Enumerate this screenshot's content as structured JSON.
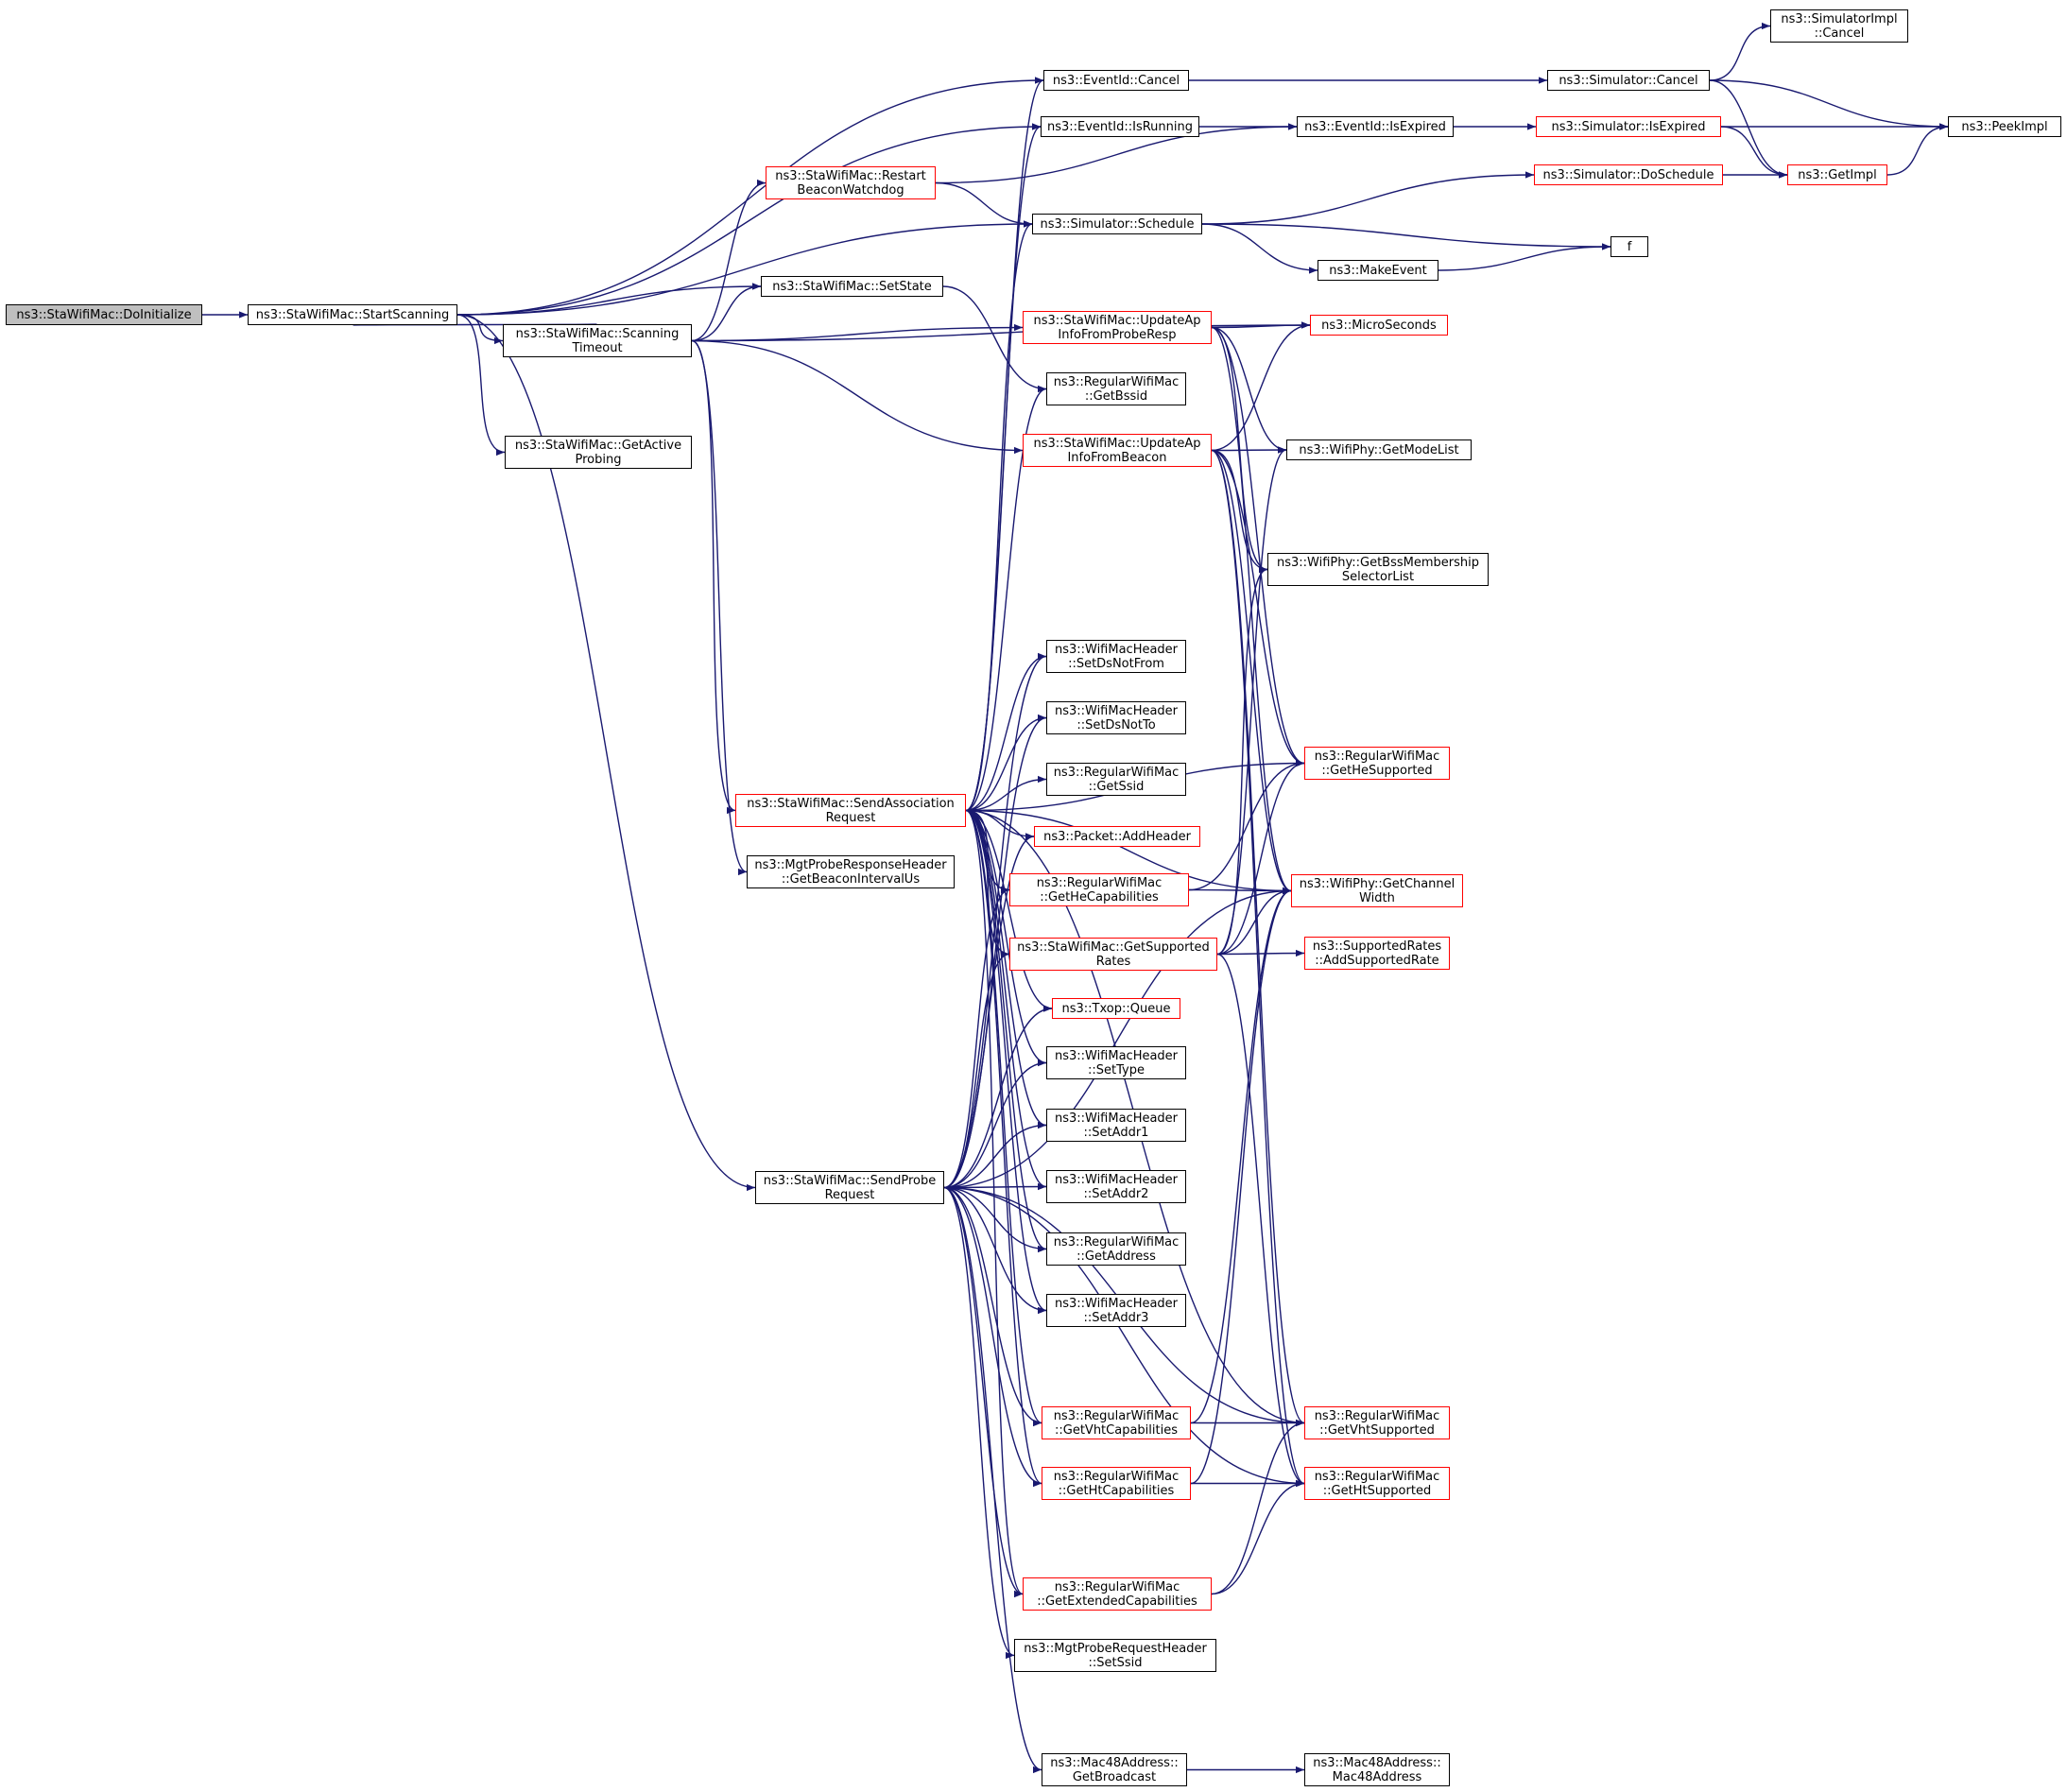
{
  "colors": {
    "edge": "#191970",
    "node_border": "#000000",
    "node_border_external": "#ff0000",
    "root_fill": "#bfbfbf"
  },
  "nodes": [
    {
      "id": "doinit",
      "lines": [
        "ns3::StaWifiMac::DoInitialize"
      ],
      "style": "root"
    },
    {
      "id": "startscan",
      "lines": [
        "ns3::StaWifiMac::StartScanning"
      ],
      "style": "black"
    },
    {
      "id": "scantimeout",
      "lines": [
        "ns3::StaWifiMac::Scanning",
        "Timeout"
      ],
      "style": "black"
    },
    {
      "id": "getactive",
      "lines": [
        "ns3::StaWifiMac::GetActive",
        "Probing"
      ],
      "style": "black"
    },
    {
      "id": "restartbw",
      "lines": [
        "ns3::StaWifiMac::Restart",
        "BeaconWatchdog"
      ],
      "style": "red"
    },
    {
      "id": "setstate",
      "lines": [
        "ns3::StaWifiMac::SetState"
      ],
      "style": "black"
    },
    {
      "id": "eventcancel",
      "lines": [
        "ns3::EventId::Cancel"
      ],
      "style": "black"
    },
    {
      "id": "eventisrunning",
      "lines": [
        "ns3::EventId::IsRunning"
      ],
      "style": "black"
    },
    {
      "id": "schedule",
      "lines": [
        "ns3::Simulator::Schedule"
      ],
      "style": "black"
    },
    {
      "id": "updateprobe",
      "lines": [
        "ns3::StaWifiMac::UpdateAp",
        "InfoFromProbeResp"
      ],
      "style": "red"
    },
    {
      "id": "getbssid",
      "lines": [
        "ns3::RegularWifiMac",
        "::GetBssid"
      ],
      "style": "black"
    },
    {
      "id": "updatebeacon",
      "lines": [
        "ns3::StaWifiMac::UpdateAp",
        "InfoFromBeacon"
      ],
      "style": "red"
    },
    {
      "id": "setdsnotfrom",
      "lines": [
        "ns3::WifiMacHeader",
        "::SetDsNotFrom"
      ],
      "style": "black"
    },
    {
      "id": "setdsnotto",
      "lines": [
        "ns3::WifiMacHeader",
        "::SetDsNotTo"
      ],
      "style": "black"
    },
    {
      "id": "getssid",
      "lines": [
        "ns3::RegularWifiMac",
        "::GetSsid"
      ],
      "style": "black"
    },
    {
      "id": "sendassoc",
      "lines": [
        "ns3::StaWifiMac::SendAssociation",
        "Request"
      ],
      "style": "red"
    },
    {
      "id": "addheader",
      "lines": [
        "ns3::Packet::AddHeader"
      ],
      "style": "red"
    },
    {
      "id": "getbeaconint",
      "lines": [
        "ns3::MgtProbeResponseHeader",
        "::GetBeaconIntervalUs"
      ],
      "style": "black"
    },
    {
      "id": "gethecap",
      "lines": [
        "ns3::RegularWifiMac",
        "::GetHeCapabilities"
      ],
      "style": "red"
    },
    {
      "id": "getsupprates",
      "lines": [
        "ns3::StaWifiMac::GetSupported",
        "Rates"
      ],
      "style": "red"
    },
    {
      "id": "txopqueue",
      "lines": [
        "ns3::Txop::Queue"
      ],
      "style": "red"
    },
    {
      "id": "settype",
      "lines": [
        "ns3::WifiMacHeader",
        "::SetType"
      ],
      "style": "black"
    },
    {
      "id": "setaddr1",
      "lines": [
        "ns3::WifiMacHeader",
        "::SetAddr1"
      ],
      "style": "black"
    },
    {
      "id": "sendprobe",
      "lines": [
        "ns3::StaWifiMac::SendProbe",
        "Request"
      ],
      "style": "black"
    },
    {
      "id": "setaddr2",
      "lines": [
        "ns3::WifiMacHeader",
        "::SetAddr2"
      ],
      "style": "black"
    },
    {
      "id": "getaddress",
      "lines": [
        "ns3::RegularWifiMac",
        "::GetAddress"
      ],
      "style": "black"
    },
    {
      "id": "setaddr3",
      "lines": [
        "ns3::WifiMacHeader",
        "::SetAddr3"
      ],
      "style": "black"
    },
    {
      "id": "getvhtcap",
      "lines": [
        "ns3::RegularWifiMac",
        "::GetVhtCapabilities"
      ],
      "style": "red"
    },
    {
      "id": "gethtcap",
      "lines": [
        "ns3::RegularWifiMac",
        "::GetHtCapabilities"
      ],
      "style": "red"
    },
    {
      "id": "getextcap",
      "lines": [
        "ns3::RegularWifiMac",
        "::GetExtendedCapabilities"
      ],
      "style": "red"
    },
    {
      "id": "setssidprobe",
      "lines": [
        "ns3::MgtProbeRequestHeader",
        "::SetSsid"
      ],
      "style": "black"
    },
    {
      "id": "getbroadcast",
      "lines": [
        "ns3::Mac48Address::",
        "GetBroadcast"
      ],
      "style": "black"
    },
    {
      "id": "eventisexpired",
      "lines": [
        "ns3::EventId::IsExpired"
      ],
      "style": "black"
    },
    {
      "id": "makeevent",
      "lines": [
        "ns3::MakeEvent"
      ],
      "style": "black"
    },
    {
      "id": "microseconds",
      "lines": [
        "ns3::MicroSeconds"
      ],
      "style": "red"
    },
    {
      "id": "getmodelist",
      "lines": [
        "ns3::WifiPhy::GetModeList"
      ],
      "style": "black"
    },
    {
      "id": "getbssmember",
      "lines": [
        "ns3::WifiPhy::GetBssMembership",
        "SelectorList"
      ],
      "style": "black"
    },
    {
      "id": "gethesupp",
      "lines": [
        "ns3::RegularWifiMac",
        "::GetHeSupported"
      ],
      "style": "red"
    },
    {
      "id": "getchanwidth",
      "lines": [
        "ns3::WifiPhy::GetChannel",
        "Width"
      ],
      "style": "red"
    },
    {
      "id": "addsupprate",
      "lines": [
        "ns3::SupportedRates",
        "::AddSupportedRate"
      ],
      "style": "red"
    },
    {
      "id": "getvhtsupp",
      "lines": [
        "ns3::RegularWifiMac",
        "::GetVhtSupported"
      ],
      "style": "red"
    },
    {
      "id": "gethtsupp",
      "lines": [
        "ns3::RegularWifiMac",
        "::GetHtSupported"
      ],
      "style": "red"
    },
    {
      "id": "mac48ctor",
      "lines": [
        "ns3::Mac48Address::",
        "Mac48Address"
      ],
      "style": "black"
    },
    {
      "id": "simcancel",
      "lines": [
        "ns3::Simulator::Cancel"
      ],
      "style": "black"
    },
    {
      "id": "simisexpired",
      "lines": [
        "ns3::Simulator::IsExpired"
      ],
      "style": "red"
    },
    {
      "id": "simdoschedule",
      "lines": [
        "ns3::Simulator::DoSchedule"
      ],
      "style": "red"
    },
    {
      "id": "f",
      "lines": [
        "f"
      ],
      "style": "black"
    },
    {
      "id": "simimplcancel",
      "lines": [
        "ns3::SimulatorImpl",
        "::Cancel"
      ],
      "style": "black"
    },
    {
      "id": "getimpl",
      "lines": [
        "ns3::GetImpl"
      ],
      "style": "red"
    },
    {
      "id": "peekimpl",
      "lines": [
        "ns3::PeekImpl"
      ],
      "style": "black"
    }
  ],
  "edges": [
    [
      "doinit",
      "startscan"
    ],
    [
      "startscan",
      "eventcancel"
    ],
    [
      "startscan",
      "eventisrunning"
    ],
    [
      "startscan",
      "schedule"
    ],
    [
      "startscan",
      "setstate"
    ],
    [
      "startscan",
      "scantimeout"
    ],
    [
      "startscan",
      "getactive"
    ],
    [
      "startscan",
      "sendprobe"
    ],
    [
      "scantimeout",
      "startscan"
    ],
    [
      "scantimeout",
      "restartbw"
    ],
    [
      "scantimeout",
      "setstate"
    ],
    [
      "scantimeout",
      "microseconds"
    ],
    [
      "scantimeout",
      "updateprobe"
    ],
    [
      "scantimeout",
      "updatebeacon"
    ],
    [
      "scantimeout",
      "sendassoc"
    ],
    [
      "scantimeout",
      "getbeaconint"
    ],
    [
      "restartbw",
      "eventisexpired"
    ],
    [
      "restartbw",
      "schedule"
    ],
    [
      "setstate",
      "getbssid"
    ],
    [
      "eventcancel",
      "simcancel"
    ],
    [
      "eventisrunning",
      "eventisexpired"
    ],
    [
      "eventisexpired",
      "simisexpired"
    ],
    [
      "schedule",
      "simdoschedule"
    ],
    [
      "schedule",
      "makeevent"
    ],
    [
      "schedule",
      "f"
    ],
    [
      "makeevent",
      "f"
    ],
    [
      "simcancel",
      "simimplcancel"
    ],
    [
      "simcancel",
      "peekimpl"
    ],
    [
      "simcancel",
      "getimpl"
    ],
    [
      "simisexpired",
      "peekimpl"
    ],
    [
      "simisexpired",
      "getimpl"
    ],
    [
      "simdoschedule",
      "getimpl"
    ],
    [
      "getimpl",
      "peekimpl"
    ],
    [
      "updateprobe",
      "microseconds"
    ],
    [
      "updateprobe",
      "getmodelist"
    ],
    [
      "updateprobe",
      "getbssmember"
    ],
    [
      "updateprobe",
      "gethesupp"
    ],
    [
      "updateprobe",
      "getchanwidth"
    ],
    [
      "updatebeacon",
      "microseconds"
    ],
    [
      "updatebeacon",
      "getmodelist"
    ],
    [
      "updatebeacon",
      "getbssmember"
    ],
    [
      "updatebeacon",
      "gethesupp"
    ],
    [
      "updatebeacon",
      "getchanwidth"
    ],
    [
      "updatebeacon",
      "getvhtsupp"
    ],
    [
      "updatebeacon",
      "gethtsupp"
    ],
    [
      "sendassoc",
      "eventcancel"
    ],
    [
      "sendassoc",
      "eventisrunning"
    ],
    [
      "sendassoc",
      "schedule"
    ],
    [
      "sendassoc",
      "getbssid"
    ],
    [
      "sendassoc",
      "setdsnotfrom"
    ],
    [
      "sendassoc",
      "setdsnotto"
    ],
    [
      "sendassoc",
      "getssid"
    ],
    [
      "sendassoc",
      "addheader"
    ],
    [
      "sendassoc",
      "gethecap"
    ],
    [
      "sendassoc",
      "getsupprates"
    ],
    [
      "sendassoc",
      "txopqueue"
    ],
    [
      "sendassoc",
      "settype"
    ],
    [
      "sendassoc",
      "setaddr1"
    ],
    [
      "sendassoc",
      "setaddr2"
    ],
    [
      "sendassoc",
      "getaddress"
    ],
    [
      "sendassoc",
      "setaddr3"
    ],
    [
      "sendassoc",
      "getvhtcap"
    ],
    [
      "sendassoc",
      "gethtcap"
    ],
    [
      "sendassoc",
      "getextcap"
    ],
    [
      "sendassoc",
      "gethesupp"
    ],
    [
      "sendassoc",
      "getchanwidth"
    ],
    [
      "sendassoc",
      "getvhtsupp"
    ],
    [
      "gethecap",
      "gethesupp"
    ],
    [
      "gethecap",
      "getchanwidth"
    ],
    [
      "getsupprates",
      "getmodelist"
    ],
    [
      "getsupprates",
      "getbssmember"
    ],
    [
      "getsupprates",
      "gethesupp"
    ],
    [
      "getsupprates",
      "getchanwidth"
    ],
    [
      "getsupprates",
      "addsupprate"
    ],
    [
      "getsupprates",
      "gethtsupp"
    ],
    [
      "getvhtcap",
      "getvhtsupp"
    ],
    [
      "getvhtcap",
      "getchanwidth"
    ],
    [
      "gethtcap",
      "gethtsupp"
    ],
    [
      "gethtcap",
      "getchanwidth"
    ],
    [
      "getextcap",
      "getvhtsupp"
    ],
    [
      "getextcap",
      "gethtsupp"
    ],
    [
      "sendprobe",
      "setdsnotfrom"
    ],
    [
      "sendprobe",
      "setdsnotto"
    ],
    [
      "sendprobe",
      "addheader"
    ],
    [
      "sendprobe",
      "gethecap"
    ],
    [
      "sendprobe",
      "getsupprates"
    ],
    [
      "sendprobe",
      "txopqueue"
    ],
    [
      "sendprobe",
      "settype"
    ],
    [
      "sendprobe",
      "setaddr1"
    ],
    [
      "sendprobe",
      "setaddr2"
    ],
    [
      "sendprobe",
      "getaddress"
    ],
    [
      "sendprobe",
      "setaddr3"
    ],
    [
      "sendprobe",
      "getvhtcap"
    ],
    [
      "sendprobe",
      "gethtcap"
    ],
    [
      "sendprobe",
      "getextcap"
    ],
    [
      "sendprobe",
      "setssidprobe"
    ],
    [
      "sendprobe",
      "getbroadcast"
    ],
    [
      "sendprobe",
      "getchanwidth"
    ],
    [
      "sendprobe",
      "getvhtsupp"
    ],
    [
      "sendprobe",
      "gethtsupp"
    ],
    [
      "getbroadcast",
      "mac48ctor"
    ]
  ]
}
